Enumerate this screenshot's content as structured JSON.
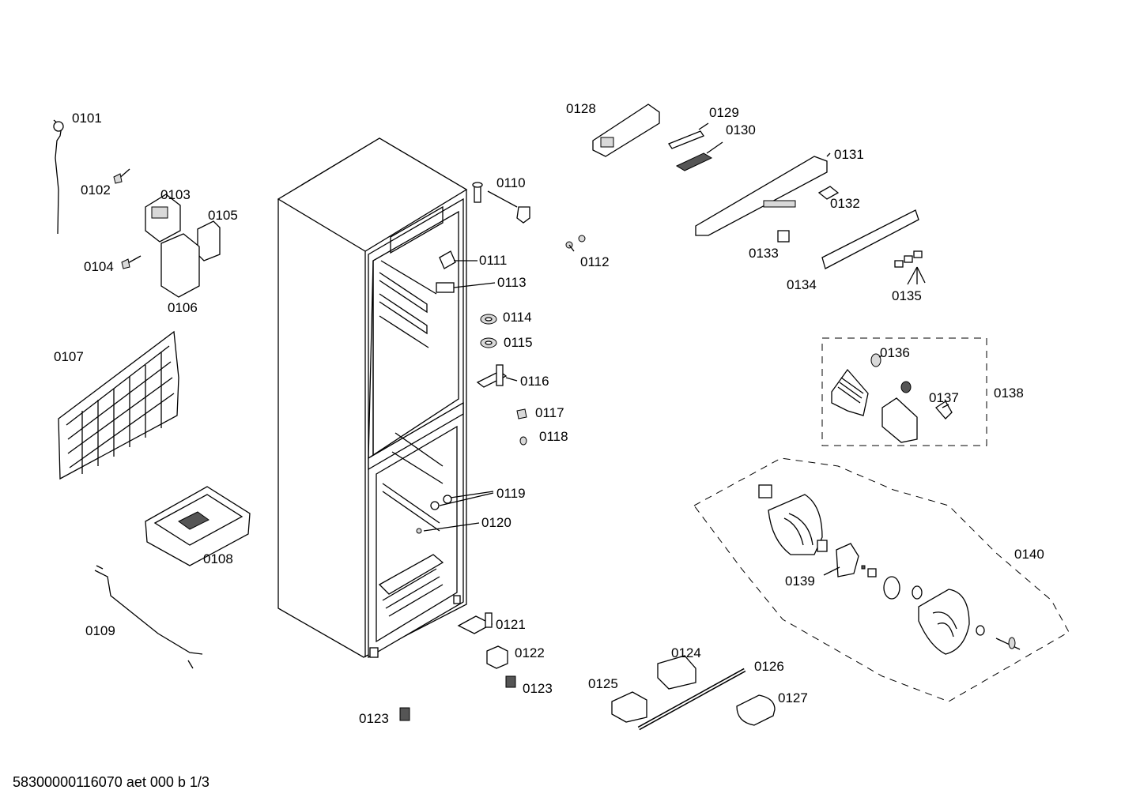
{
  "labels": {
    "p0101": "0101",
    "p0102": "0102",
    "p0103": "0103",
    "p0104": "0104",
    "p0105": "0105",
    "p0106": "0106",
    "p0107": "0107",
    "p0108": "0108",
    "p0109": "0109",
    "p0110": "0110",
    "p0111": "0111",
    "p0112": "0112",
    "p0113": "0113",
    "p0114": "0114",
    "p0115": "0115",
    "p0116": "0116",
    "p0117": "0117",
    "p0118": "0118",
    "p0119": "0119",
    "p0120": "0120",
    "p0121": "0121",
    "p0122": "0122",
    "p0123a": "0123",
    "p0123b": "0123",
    "p0124": "0124",
    "p0125": "0125",
    "p0126": "0126",
    "p0127": "0127",
    "p0128": "0128",
    "p0129": "0129",
    "p0130": "0130",
    "p0131": "0131",
    "p0132": "0132",
    "p0133": "0133",
    "p0134": "0134",
    "p0135": "0135",
    "p0136": "0136",
    "p0137": "0137",
    "p0138": "0138",
    "p0139": "0139",
    "p0140": "0140"
  },
  "footer": "58300000116070 aet 000 b 1/3"
}
